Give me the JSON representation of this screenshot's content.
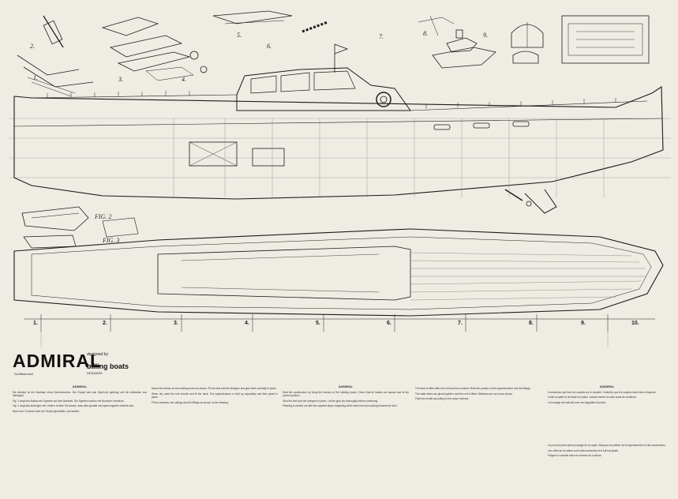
{
  "title": "ADMIRAL",
  "subtitle_left": "Schiffsmodell",
  "designer_note": "designed by",
  "brand": "billing boats",
  "brand_sub": "DENMARK",
  "figure_labels": [
    "1.",
    "2.",
    "3.",
    "4.",
    "5.",
    "6.",
    "7.",
    "8.",
    "9.",
    "FIG. 2",
    "FIG. 3"
  ],
  "frame_numbers": [
    "1.",
    "2.",
    "3.",
    "4.",
    "5.",
    "6.",
    "7.",
    "8.",
    "9.",
    "10."
  ],
  "text_columns": [
    {
      "heading": "ADMIRAL",
      "paras": [
        "Die Admiral ist ein Nachbau eines Motorkreuzers. Der Rumpf wird aus Sperrholz gefertigt und die Aufbauten aus Mahagoni.",
        "Fig. 1 zeigt den Aufbau der Spanten auf dem Baubrett. Die Spanten werden mit Nummern versehen.",
        "Fig. 2 zeigt das Anbringen der Leisten. Achten Sie darauf, dass alles gerade und spannungsfrei verleimt wird.",
        "Nach dem Trocknen wird der Rumpf geschliffen und lackiert."
      ]
    },
    {
      "heading": "",
      "paras": [
        "Mount the frames on the building board as shown. Fit the keel and the stringers and glue them carefully in place.",
        "When dry, sand the hull smooth and fit the deck. The superstructure is built up separately and then glued in place.",
        "Fit the windows, the railings and the fittings as shown on the drawing."
      ]
    },
    {
      "heading": "ADMIRAL",
      "paras": [
        "Start the construction by fixing the frames on the building board. Check that all frames are square and at the correct position.",
        "Glue the keel and the stringers in place. Let the glue dry thoroughly before continuing.",
        "Planking is carried out with the supplied strips, beginning at the deck line and working towards the keel."
      ]
    },
    {
      "heading": "",
      "paras": [
        "The deck is fitted after the hull has been sanded. Mark the position of the superstructure and the fittings.",
        "The cabin sides are glued together and the roof is fitted. Windows are cut out as shown.",
        "Paint the model according to the colour scheme."
      ]
    },
    {
      "heading": "ADMIRAL",
      "paras": [
        "Commencez par fixer les couples sur le chantier. Contrôlez que les couples soient bien d'équerre.",
        "Collez la quille et les lisses en place. Laissez sécher la colle avant de continuer.",
        "Le bordage est exécuté avec les baguettes fournies."
      ]
    },
    {
      "heading": "",
      "paras": [
        "Le pont est posé après ponçage de la coque. Marquez la position de la superstructure et des accessoires.",
        "Les côtés de la cabine sont collés ensemble et le toit est ajusté.",
        "Peignez le modèle selon le schéma de couleurs."
      ]
    }
  ],
  "colors": {
    "paper": "#efece4",
    "ink": "#1b1b1b",
    "hatch": "#7a7a7a"
  }
}
